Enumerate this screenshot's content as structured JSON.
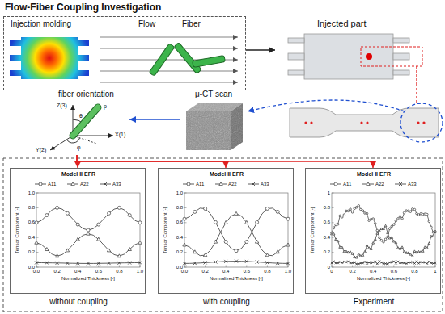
{
  "diagram": {
    "title": "Flow-Fiber Coupling Investigation",
    "nodes": [
      {
        "text": [
          "Injection molding",
          "Flow",
          "Fiber"
        ]
      },
      {
        "text": [
          "Injected part"
        ]
      },
      {
        "text": [
          "μ-CT scan"
        ]
      },
      {
        "text": [
          "fiber orientation"
        ]
      },
      {
        "text": [
          "Model II EFR",
          "without coupling"
        ]
      },
      {
        "text": [
          "Model II EFR",
          "with coupling"
        ]
      },
      {
        "text": [
          "Model II EFR",
          "Experiment"
        ]
      }
    ],
    "edges": [
      {
        "from": 0,
        "to": 1,
        "arrow": "to"
      },
      {
        "from": 1,
        "to": 2,
        "arrow": "to"
      },
      {
        "from": 2,
        "to": 3,
        "arrow": "to"
      },
      {
        "from": 3,
        "to": 4,
        "arrow": "to"
      },
      {
        "from": 3,
        "to": 5,
        "arrow": "to"
      },
      {
        "from": 3,
        "to": 6,
        "arrow": "to"
      }
    ],
    "labels": [
      "Z(3)",
      "X(1)",
      "Y(2)",
      "p",
      "θ",
      "φ",
      "Tensor Component [-]",
      "0.0",
      "0.2",
      "0.4",
      "0.6",
      "0.8",
      "1.0",
      "Normalized Thickness [-]",
      "0.0",
      "0.2",
      "0.4",
      "0.6",
      "0.8",
      "1.0",
      "Tensor Component [-]",
      "0.0",
      "0.2",
      "0.4",
      "0.6",
      "0.8",
      "1.0",
      "Normalized Thickness [-]",
      "0.0",
      "0.2",
      "0.4",
      "0.6",
      "0.8",
      "1.0",
      "Tensor Component [-]",
      "0",
      "0.2",
      "0.4",
      "0.6",
      "0.8",
      "1",
      "Normalized Thickness [-]",
      "0",
      "0.2",
      "0.4",
      "0.6",
      "0.8",
      "1"
    ],
    "legend": [
      {
        "text": "A11"
      },
      {
        "text": "A22"
      },
      {
        "text": "A33"
      },
      {
        "text": "A11"
      },
      {
        "text": "A22"
      },
      {
        "text": "A33"
      },
      {
        "text": "A11"
      },
      {
        "text": "A22"
      },
      {
        "text": "A33"
      }
    ]
  }
}
